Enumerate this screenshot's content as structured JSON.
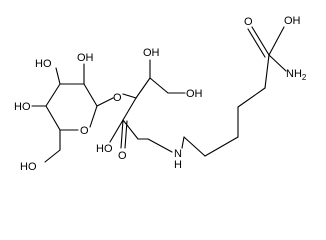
{
  "structure": {
    "atom_labels": {
      "oh_carboxyl": "OH",
      "o_carbonyl_acid": "O",
      "nh2": "NH",
      "nh2_subscript": "2",
      "nh_amine": "N",
      "nh_amine_h": "H",
      "o_ketone": "O",
      "oh_c3": "HO",
      "oh_c5": "OH",
      "oh_c6": "OH",
      "o_glycosidic": "O",
      "o_ring": "O",
      "oh_ring_c2": "OH",
      "oh_ring_c3": "HO",
      "oh_ring_c4": "HO",
      "ch2oh": "HO"
    }
  }
}
